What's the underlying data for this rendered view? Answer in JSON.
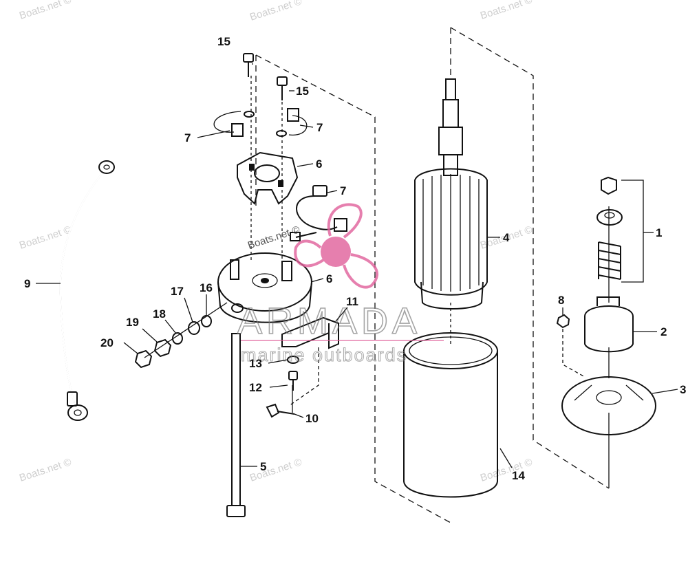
{
  "diagram": {
    "callouts": [
      {
        "id": "c1",
        "label": "1"
      },
      {
        "id": "c2",
        "label": "2"
      },
      {
        "id": "c3",
        "label": "3"
      },
      {
        "id": "c4",
        "label": "4"
      },
      {
        "id": "c5",
        "label": "5"
      },
      {
        "id": "c6a",
        "label": "6"
      },
      {
        "id": "c6b",
        "label": "6"
      },
      {
        "id": "c7a",
        "label": "7"
      },
      {
        "id": "c7b",
        "label": "7"
      },
      {
        "id": "c7c",
        "label": "7"
      },
      {
        "id": "c8",
        "label": "8"
      },
      {
        "id": "c9",
        "label": "9"
      },
      {
        "id": "c10",
        "label": "10"
      },
      {
        "id": "c11",
        "label": "11"
      },
      {
        "id": "c12",
        "label": "12"
      },
      {
        "id": "c13",
        "label": "13"
      },
      {
        "id": "c14",
        "label": "14"
      },
      {
        "id": "c15a",
        "label": "15"
      },
      {
        "id": "c15b",
        "label": "15"
      },
      {
        "id": "c16",
        "label": "16"
      },
      {
        "id": "c17",
        "label": "17"
      },
      {
        "id": "c18",
        "label": "18"
      },
      {
        "id": "c19",
        "label": "19"
      },
      {
        "id": "c20",
        "label": "20"
      }
    ],
    "watermark": {
      "site": "Boats.net ©",
      "brand": "ARMADA",
      "tagline": "marine outboards",
      "logo_color": "#e0609a"
    }
  }
}
